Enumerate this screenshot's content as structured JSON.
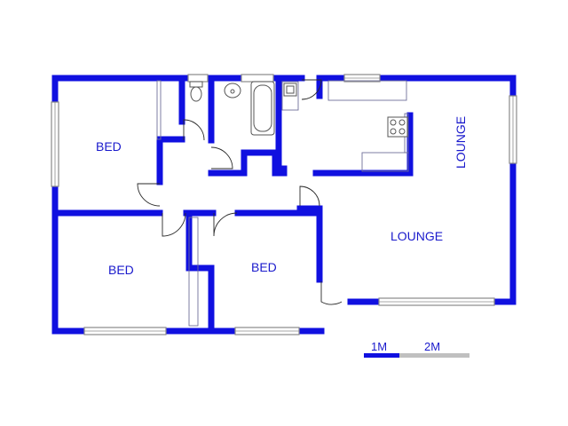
{
  "rooms": {
    "bed_top_left": "BED",
    "bed_bottom_left": "BED",
    "bed_bottom_middle": "BED",
    "lounge_main": "LOUNGE",
    "lounge_vertical": "LOUNGE"
  },
  "scale_bar": {
    "label_1m": "1M",
    "label_2m": "2M"
  },
  "colors": {
    "wall": "#1010e0",
    "label": "#1a1acc",
    "scale_1m": "#1010e0",
    "scale_2m": "#c0c0c0"
  },
  "icons": [
    "toilet-icon",
    "basin-icon",
    "bathtub-icon",
    "sink-icon",
    "stove-icon"
  ]
}
